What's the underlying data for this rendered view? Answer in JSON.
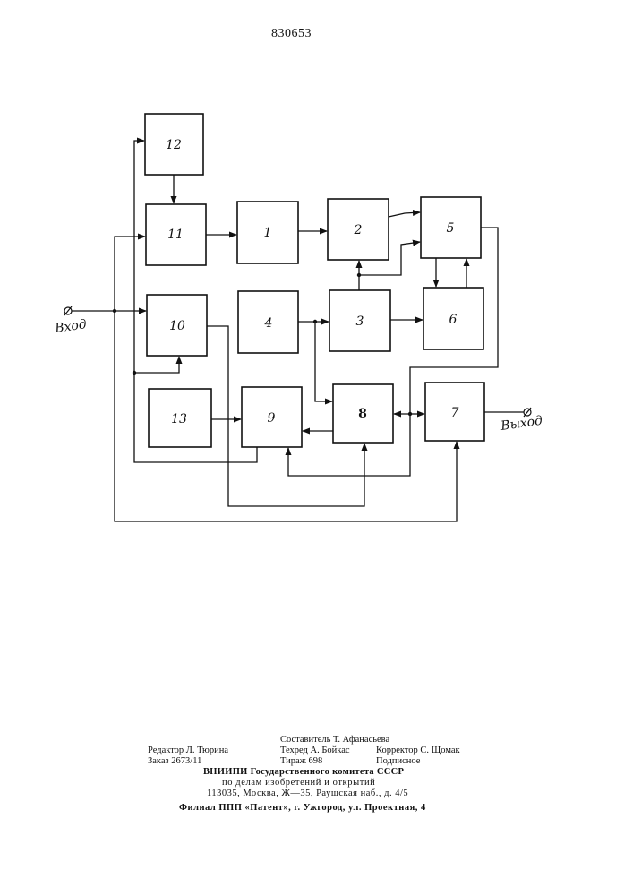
{
  "patent_number": "830653",
  "diagram": {
    "blocks": [
      {
        "id": "1",
        "label": "1"
      },
      {
        "id": "2",
        "label": "2"
      },
      {
        "id": "3",
        "label": "3"
      },
      {
        "id": "4",
        "label": "4"
      },
      {
        "id": "5",
        "label": "5"
      },
      {
        "id": "6",
        "label": "6"
      },
      {
        "id": "7",
        "label": "7"
      },
      {
        "id": "8",
        "label": "8"
      },
      {
        "id": "9",
        "label": "9"
      },
      {
        "id": "10",
        "label": "10"
      },
      {
        "id": "11",
        "label": "11"
      },
      {
        "id": "12",
        "label": "12"
      },
      {
        "id": "13",
        "label": "13"
      }
    ],
    "input_label": "Вход",
    "output_label": "Выход"
  },
  "footer": {
    "composer": "Составитель Т. Афанасьева",
    "editor": "Редактор Л. Тюрина",
    "techred": "Техред А. Бойкас",
    "corrector": "Корректор С. Щомак",
    "order": "Заказ 2673/11",
    "circulation": "Тираж 698",
    "subscription": "Подписное",
    "institute_line1": "ВНИИПИ Государственного комитета СССР",
    "institute_line2": "по делам изобретений и открытий",
    "address": "113035, Москва, Ж—35, Раушская наб., д. 4/5",
    "branch": "Филиал ППП «Патент», г. Ужгород, ул. Проектная, 4"
  }
}
